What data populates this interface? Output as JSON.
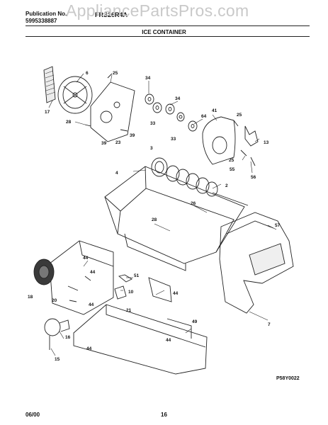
{
  "header": {
    "publication_label": "Publication No.",
    "publication_number": "5995338887",
    "model": "FRS26R4A",
    "title": "ICE CONTAINER"
  },
  "watermark": "AppliancePartsPros.com",
  "diagram": {
    "code": "P58Y0022",
    "callouts": [
      "6",
      "25",
      "17",
      "39",
      "28",
      "39",
      "23",
      "34",
      "34",
      "33",
      "33",
      "64",
      "41",
      "25",
      "25",
      "13",
      "55",
      "56",
      "3",
      "4",
      "2",
      "26",
      "28",
      "57",
      "7",
      "44",
      "44",
      "51",
      "10",
      "44",
      "18",
      "20",
      "21",
      "44",
      "44",
      "49",
      "16",
      "15",
      "44"
    ]
  },
  "footer": {
    "date": "06/00",
    "page": "16"
  }
}
